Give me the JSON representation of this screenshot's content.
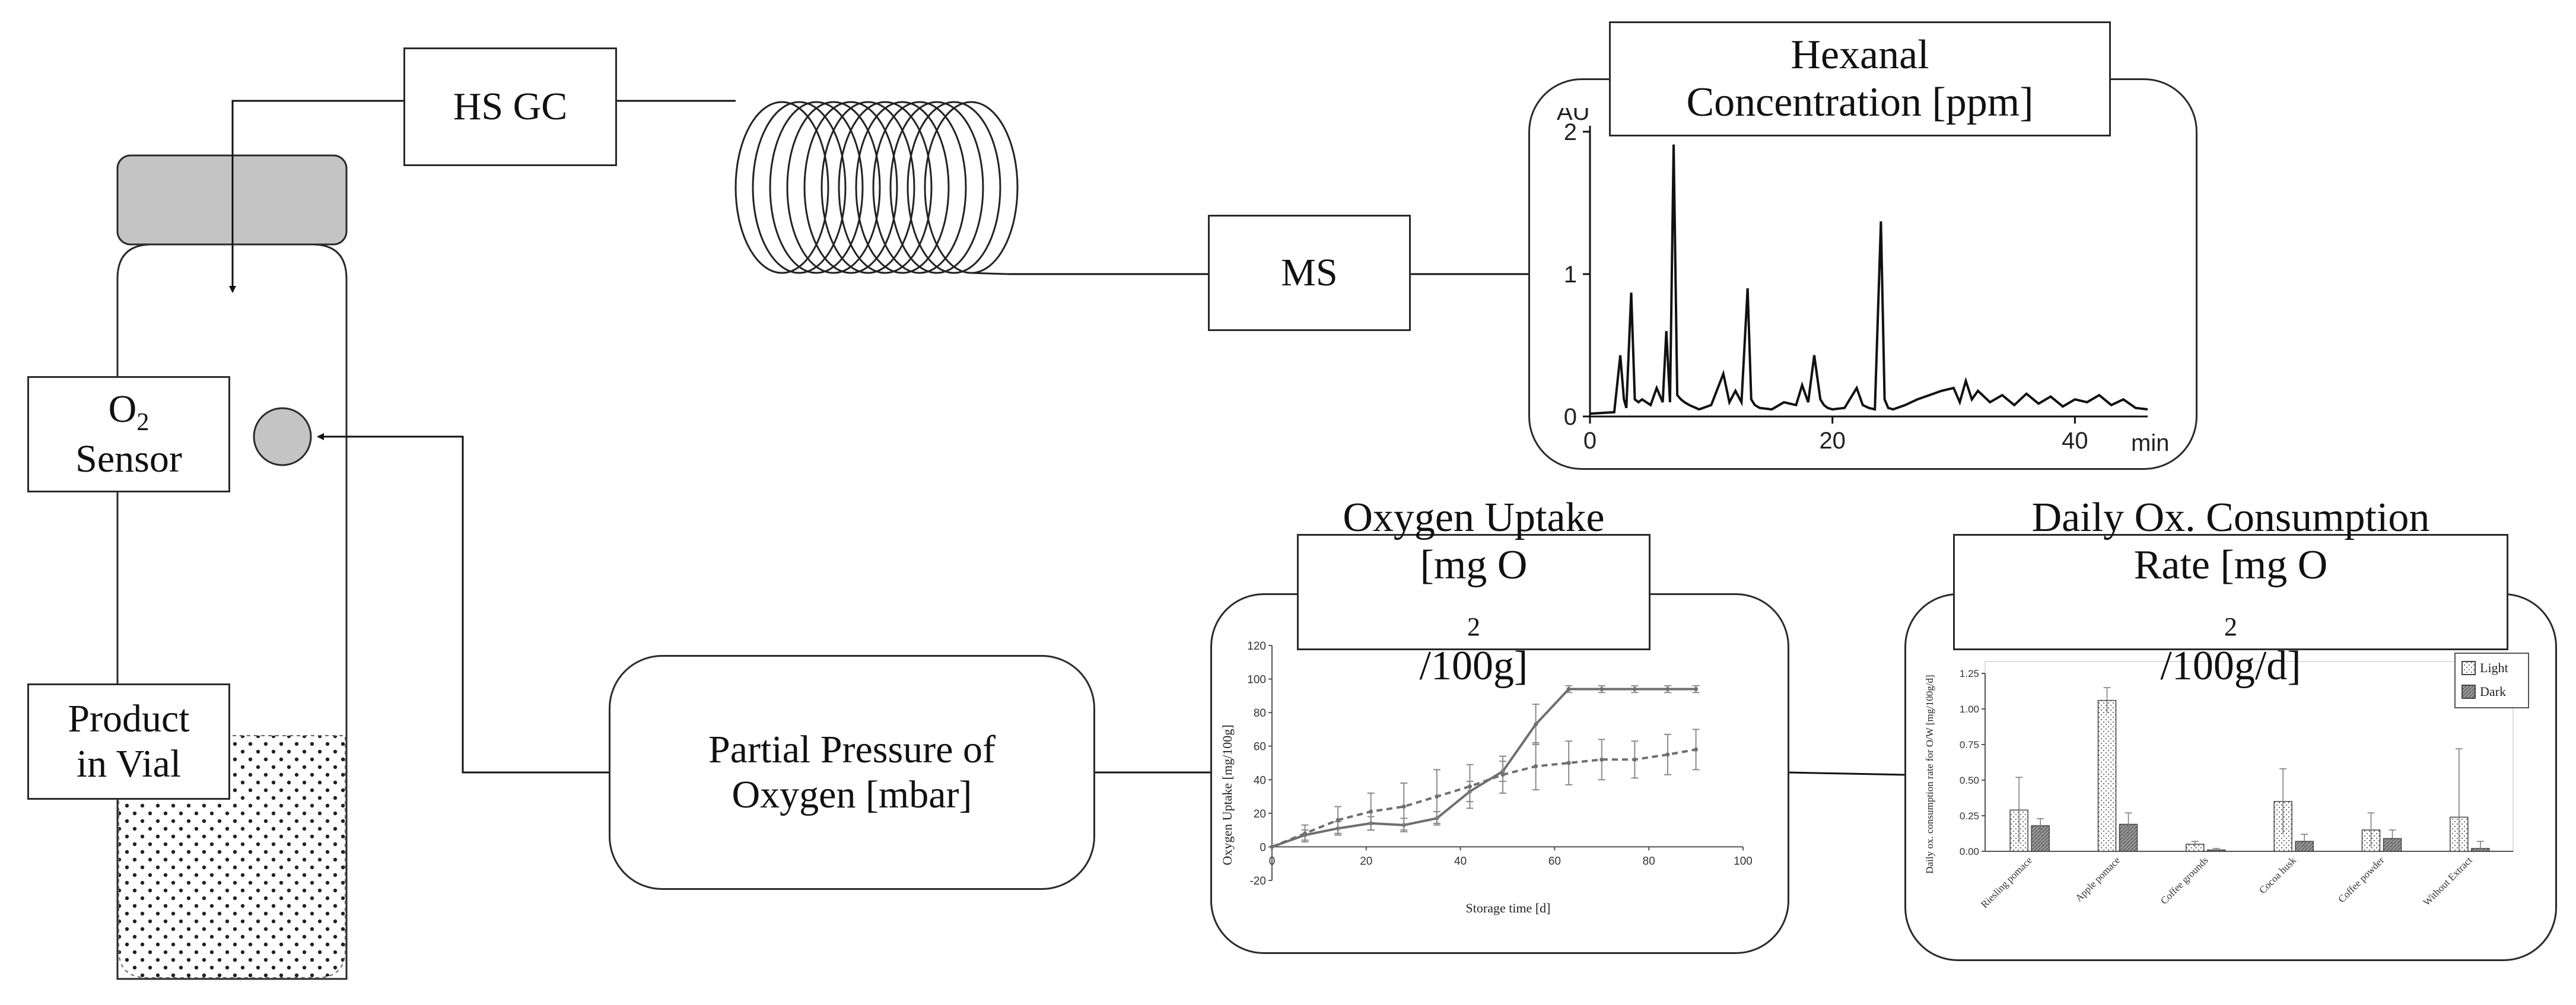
{
  "labels": {
    "hs_gc": "HS GC",
    "ms": "MS",
    "o2": "O",
    "o2_sub": "2",
    "sensor": "Sensor",
    "product_line1": "Product",
    "product_line2": "in Vial",
    "pp_line1": "Partial Pressure of",
    "pp_line2": "Oxygen [mbar]"
  },
  "titles": {
    "hexanal_line1": "Hexanal",
    "hexanal_line2": "Concentration [ppm]",
    "uptake_line1": "Oxygen Uptake",
    "uptake_line2_pre": "[mg O",
    "uptake_line2_sub": "2",
    "uptake_line2_post": "/100g]",
    "rate_line1": "Daily Ox. Consumption",
    "rate_line2_pre": "Rate [mg O",
    "rate_line2_sub": "2",
    "rate_line2_post": "/100g/d]"
  },
  "chart_data": [
    {
      "type": "line",
      "y_unit": "AU",
      "x_unit": "min",
      "x_ticks": [
        "0",
        "20",
        "40"
      ],
      "y_ticks": [
        "0",
        "1",
        "2"
      ],
      "xlim": [
        0,
        46
      ],
      "ylim": [
        0,
        2
      ],
      "series": [
        {
          "x": [
            0,
            2,
            2.5,
            2.8,
            3.0,
            3.4,
            3.7,
            4.0,
            4.3,
            5,
            5.5,
            6,
            6.3,
            6.6,
            6.9,
            7.2,
            7.5,
            7.8,
            8.2,
            9,
            10,
            11,
            11.5,
            12,
            12.5,
            13,
            13.3,
            13.6,
            14,
            15,
            16,
            17,
            17.5,
            18,
            18.5,
            19,
            19.3,
            19.6,
            20,
            21,
            22,
            22.5,
            23,
            23.5,
            24.0,
            24.3,
            24.6,
            25,
            26,
            27,
            28,
            29,
            30,
            30.5,
            31,
            31.5,
            32,
            33,
            34,
            35,
            36,
            37,
            38,
            39,
            40,
            41,
            42,
            43,
            44,
            45,
            46
          ],
          "y": [
            0.02,
            0.03,
            0.43,
            0.12,
            0.06,
            0.87,
            0.12,
            0.1,
            0.12,
            0.08,
            0.2,
            0.1,
            0.6,
            0.1,
            1.91,
            0.15,
            0.12,
            0.1,
            0.08,
            0.05,
            0.08,
            0.3,
            0.1,
            0.18,
            0.1,
            0.9,
            0.12,
            0.08,
            0.06,
            0.05,
            0.1,
            0.08,
            0.22,
            0.1,
            0.43,
            0.12,
            0.08,
            0.06,
            0.05,
            0.06,
            0.2,
            0.08,
            0.06,
            0.05,
            1.37,
            0.12,
            0.06,
            0.05,
            0.08,
            0.12,
            0.15,
            0.18,
            0.2,
            0.1,
            0.25,
            0.12,
            0.18,
            0.1,
            0.15,
            0.08,
            0.16,
            0.09,
            0.14,
            0.07,
            0.12,
            0.1,
            0.15,
            0.08,
            0.12,
            0.06,
            0.05
          ]
        }
      ]
    },
    {
      "type": "line",
      "xlabel": "Storage time [d]",
      "ylabel": "Oxygen Uptake [mg/100g]",
      "xlim": [
        0,
        100
      ],
      "ylim": [
        -20,
        120
      ],
      "x_ticks": [
        "0",
        "20",
        "40",
        "60",
        "80",
        "100"
      ],
      "y_ticks": [
        "-20",
        "0",
        "20",
        "40",
        "60",
        "80",
        "100",
        "120"
      ],
      "series": [
        {
          "style": "solid",
          "x": [
            0,
            7,
            14,
            21,
            28,
            35,
            42,
            49,
            56,
            63,
            70,
            77,
            84,
            90
          ],
          "y": [
            0,
            7,
            11,
            14,
            13,
            17,
            33,
            45,
            73,
            94,
            94,
            94,
            94,
            94
          ],
          "err": [
            0,
            3,
            4,
            4,
            4,
            4,
            6,
            6,
            12,
            2,
            2,
            2,
            2,
            2
          ]
        },
        {
          "style": "dashed",
          "x": [
            0,
            7,
            14,
            21,
            28,
            35,
            42,
            49,
            56,
            63,
            70,
            77,
            84,
            90
          ],
          "y": [
            0,
            8,
            16,
            21,
            24,
            30,
            36,
            43,
            48,
            50,
            52,
            52,
            55,
            58
          ],
          "err": [
            0,
            5,
            8,
            11,
            14,
            16,
            13,
            11,
            14,
            13,
            12,
            11,
            12,
            12
          ]
        }
      ]
    },
    {
      "type": "bar",
      "ylabel": "Daily ox. consumption rate for O/W [mg/100g/d]",
      "categories": [
        "Riesling pomace",
        "Apple pomace",
        "Coffee grounds",
        "Cocoa husk",
        "Coffee powder",
        "Without Extract"
      ],
      "ylim": [
        0,
        1.25
      ],
      "y_ticks": [
        "0.00",
        "0.25",
        "0.50",
        "0.75",
        "1.00",
        "1.25"
      ],
      "series": [
        {
          "name": "Light",
          "values": [
            0.29,
            1.06,
            0.05,
            0.35,
            0.15,
            0.24
          ],
          "err": [
            0.23,
            0.09,
            0.02,
            0.23,
            0.12,
            0.48
          ]
        },
        {
          "name": "Dark",
          "values": [
            0.18,
            0.19,
            0.01,
            0.07,
            0.09,
            0.02
          ],
          "err": [
            0.05,
            0.08,
            0.01,
            0.05,
            0.06,
            0.05
          ]
        }
      ]
    }
  ]
}
